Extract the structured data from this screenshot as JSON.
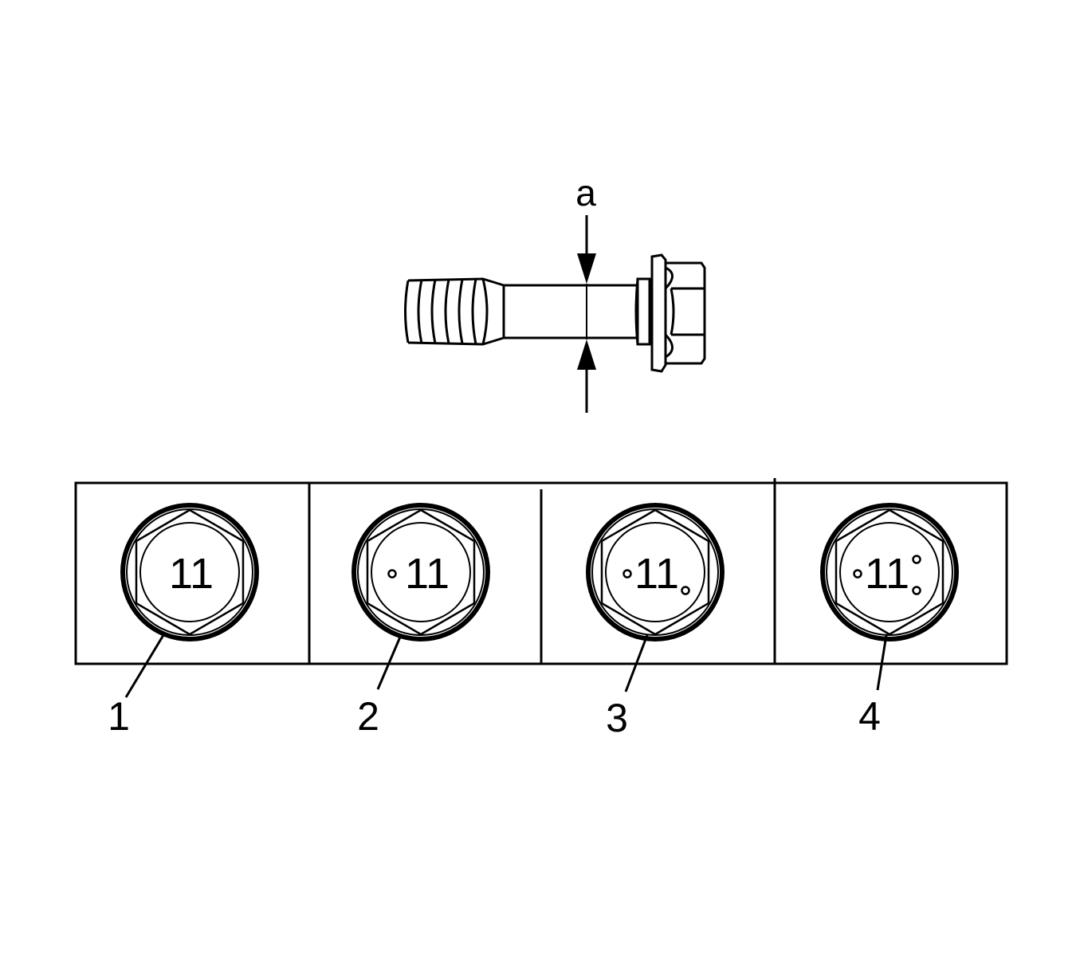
{
  "dimension_label": "a",
  "stamp_text": "11",
  "callouts": [
    {
      "label": "1",
      "dots": []
    },
    {
      "label": "2",
      "dots": [
        "left"
      ]
    },
    {
      "label": "3",
      "dots": [
        "left",
        "lower-right"
      ]
    },
    {
      "label": "4",
      "dots": [
        "left",
        "upper-right",
        "lower-right"
      ]
    }
  ],
  "colors": {
    "ink": "#000000",
    "paper": "#ffffff"
  }
}
